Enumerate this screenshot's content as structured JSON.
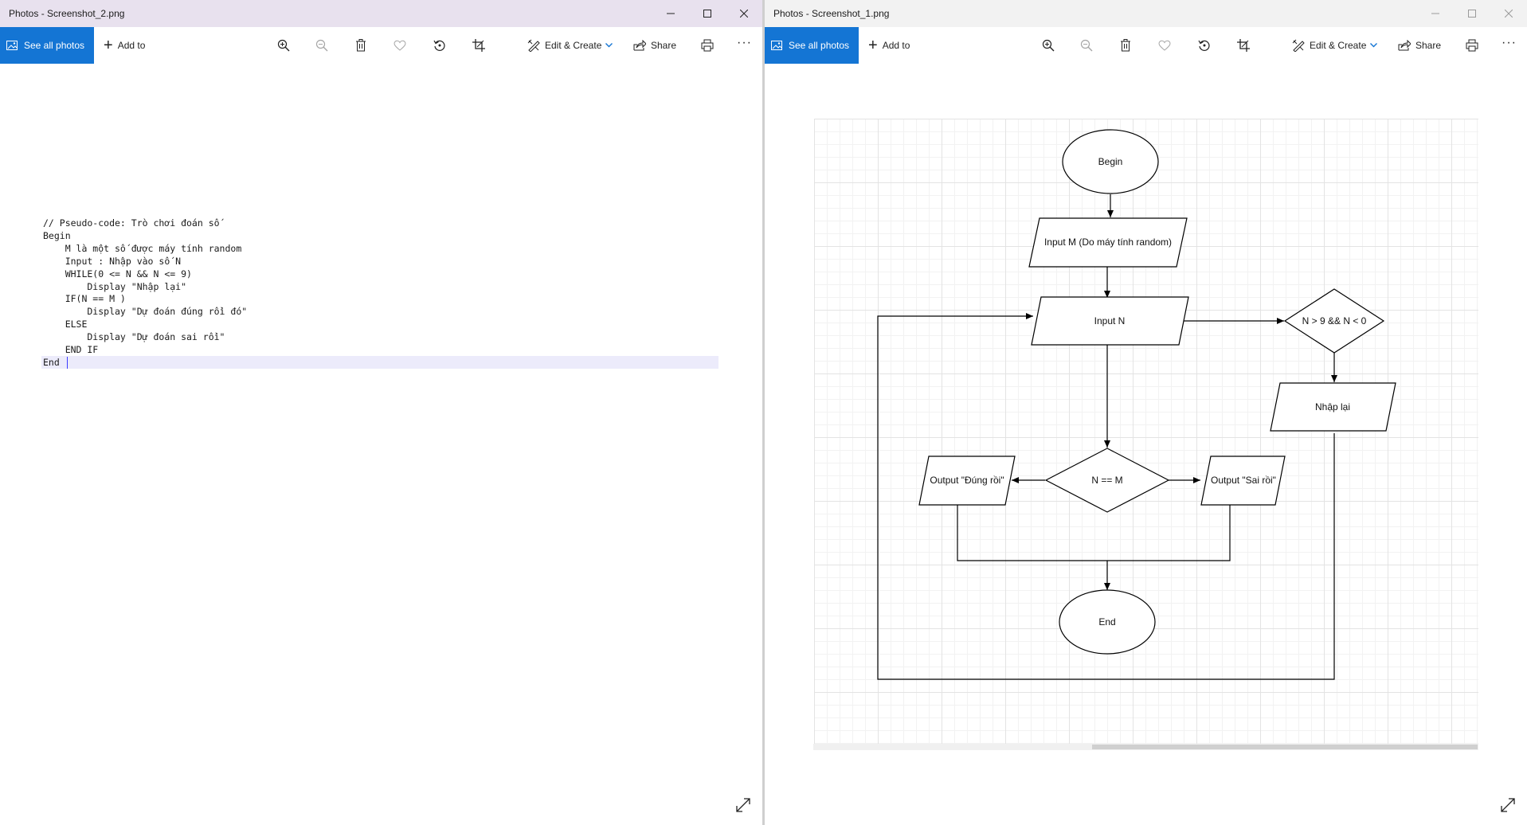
{
  "left_window": {
    "title": "Photos - Screenshot_2.png",
    "toolbar": {
      "see_all_photos": "See all photos",
      "add_to": "Add to",
      "edit_create": "Edit & Create",
      "share": "Share",
      "more": "···"
    },
    "code_lines": [
      "// Pseudo-code: Trò chơi đoán số",
      "Begin",
      "    M là một số được máy tính random",
      "    Input : Nhập vào số N",
      "    WHILE(0 <= N && N <= 9)",
      "        Display \"Nhập lại\"",
      "    IF(N == M )",
      "        Display \"Dự đoán đúng rồi đó\"",
      "    ELSE",
      "        Display \"Dự đoán sai rồi\"",
      "    END IF",
      "End"
    ]
  },
  "right_window": {
    "title": "Photos - Screenshot_1.png",
    "toolbar": {
      "see_all_photos": "See all photos",
      "add_to": "Add to",
      "edit_create": "Edit & Create",
      "share": "Share",
      "more": "···"
    },
    "flowchart": {
      "begin": "Begin",
      "input_m": "Input M (Do máy tính random)",
      "input_n": "Input N",
      "condition_range": "N > 9 && N < 0",
      "retry": "Nhập lại",
      "condition_equal": "N == M",
      "output_correct": "Output \"Đúng rồi\"",
      "output_wrong": "Output \"Sai rồi\"",
      "end": "End"
    }
  },
  "colors": {
    "accent": "#1475d4",
    "left_titlebar": "#e8e1ee",
    "right_titlebar": "#f2f2f2",
    "line_highlight": "#ecebfb"
  },
  "icons": [
    "photos-icon",
    "plus-icon",
    "zoom-in-icon",
    "zoom-out-icon",
    "delete-icon",
    "favorite-icon",
    "rotate-icon",
    "crop-icon",
    "edit-create-icon",
    "chevron-down-icon",
    "share-icon",
    "print-icon",
    "more-icon",
    "minimize-icon",
    "maximize-icon",
    "close-icon",
    "expand-icon"
  ]
}
